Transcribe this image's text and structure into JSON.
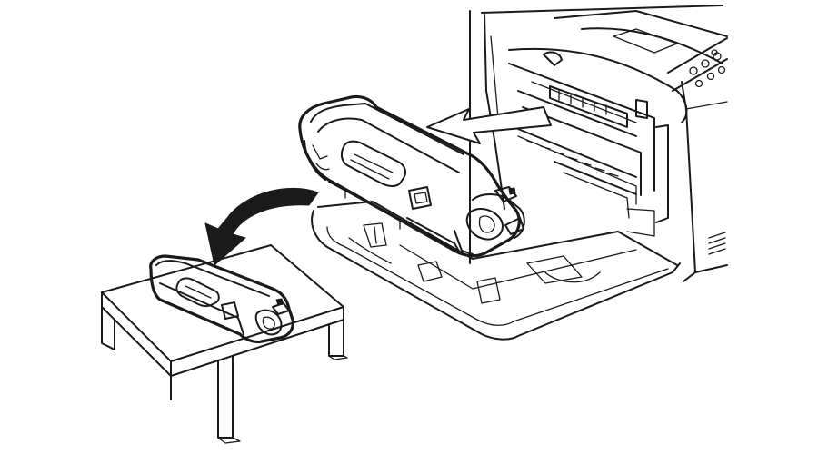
{
  "figure": {
    "kind": "instruction-illustration",
    "elements": [
      {
        "name": "printer",
        "icon": "printer-icon"
      },
      {
        "name": "front-cover",
        "state": "open"
      },
      {
        "name": "drum-cartridge",
        "state": "being removed"
      },
      {
        "name": "removal-arrow",
        "icon": "arrow-left-icon"
      },
      {
        "name": "place-down-arrow",
        "icon": "curved-arrow-down-icon"
      },
      {
        "name": "table",
        "icon": "table-icon"
      },
      {
        "name": "drum-cartridge-on-table",
        "state": "placed on flat surface"
      }
    ],
    "colors": {
      "line": "#1a1a1a",
      "background": "#ffffff"
    }
  }
}
